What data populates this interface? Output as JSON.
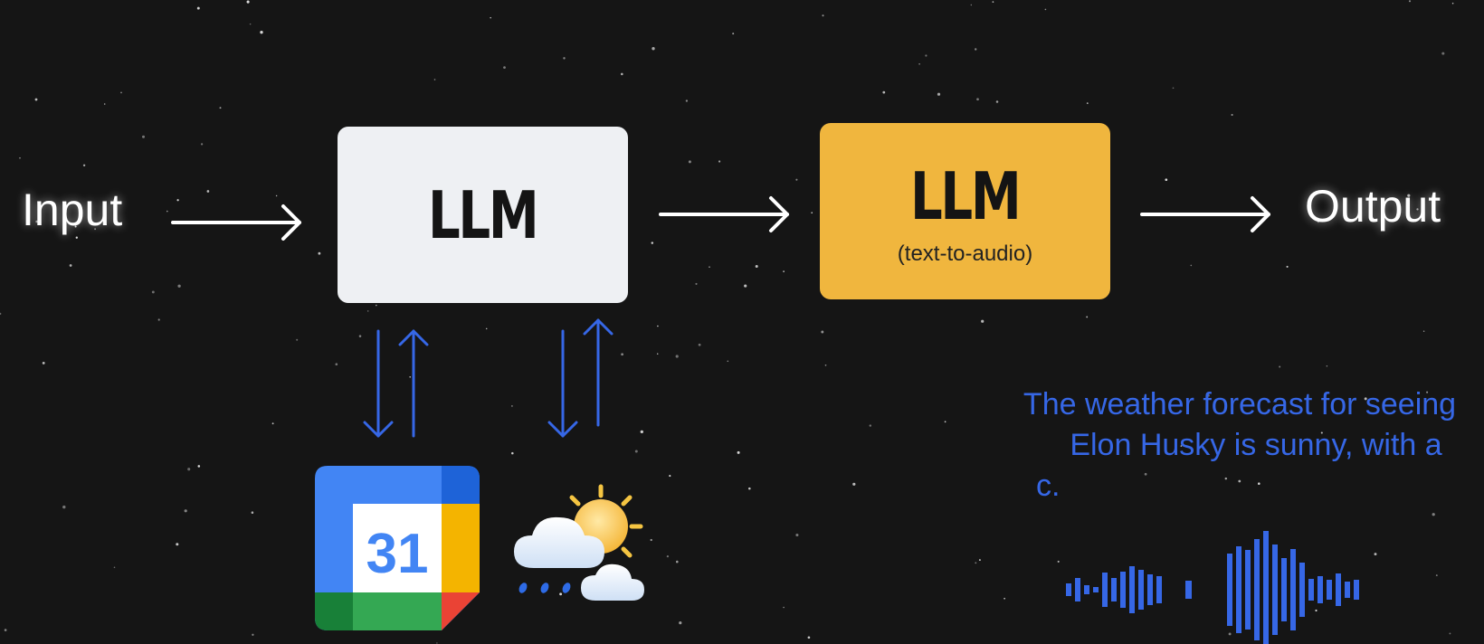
{
  "diagram": {
    "input_label": "Input",
    "output_label": "Output",
    "box1": {
      "title": "LLM",
      "color": "#EEF0F3"
    },
    "box2": {
      "title": "LLM",
      "subtitle": "(text-to-audio)",
      "color": "#F0B63E"
    },
    "tools": [
      {
        "name": "calendar-icon",
        "text": "31"
      },
      {
        "name": "weather-icon"
      }
    ],
    "speech_text_line1": "The weather forecast for seeing",
    "speech_text_line2": "Elon Husky is sunny, with a",
    "speech_text_line3": "c.",
    "accent_blue": "#3667E6"
  }
}
